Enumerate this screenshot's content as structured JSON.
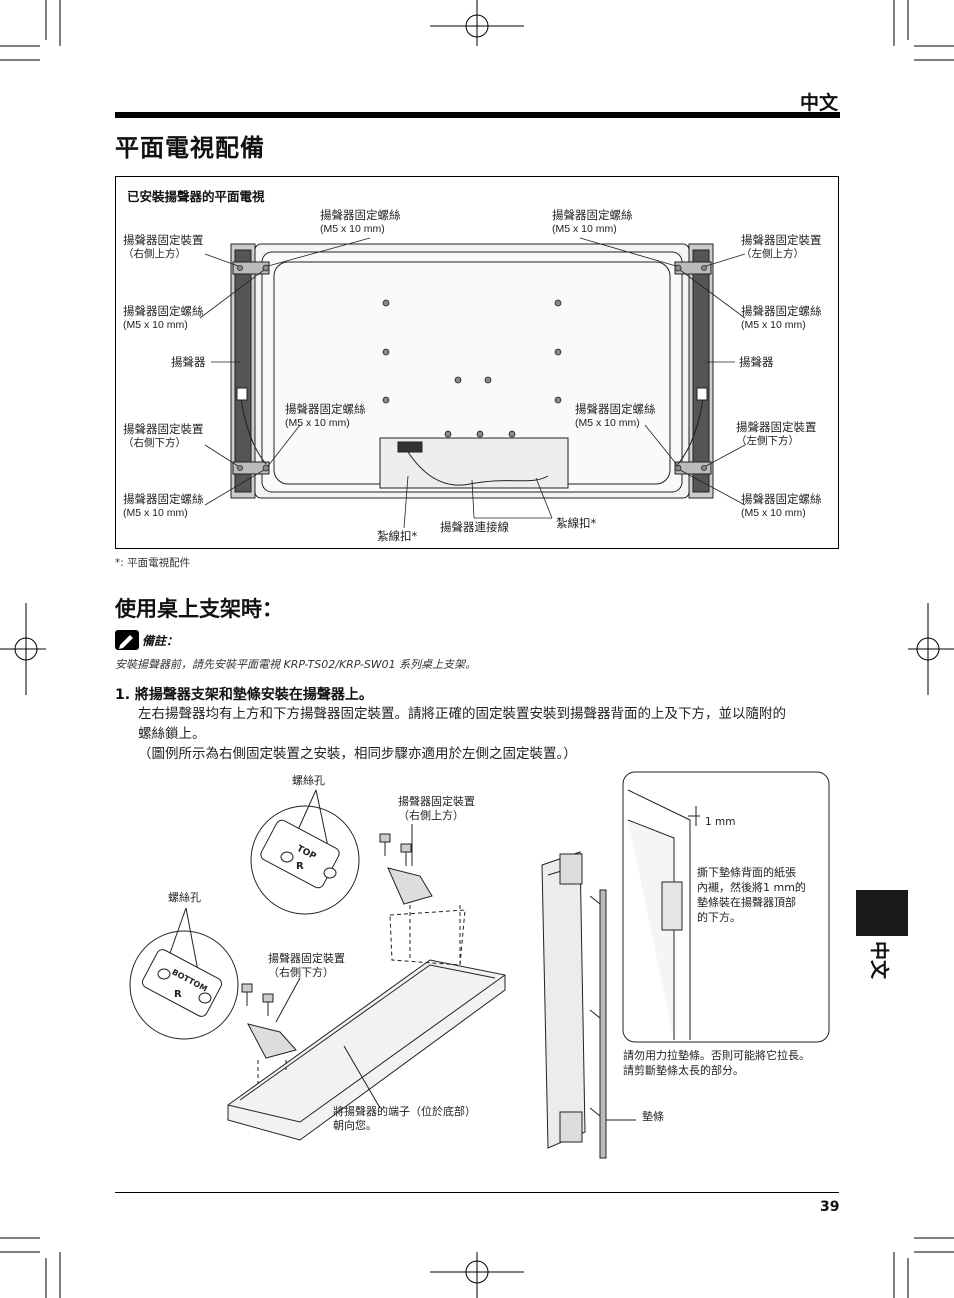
{
  "header": {
    "lang_label": "中文"
  },
  "section1": {
    "title": "平面電視配備",
    "figure_title": "已安裝揚聲器的平面電視",
    "labels": {
      "screw_top_left": "揚聲器固定螺絲",
      "screw_top_left_size": "(M5 x 10 mm)",
      "screw_top_right": "揚聲器固定螺絲",
      "screw_top_right_size": "(M5 x 10 mm)",
      "bracket_right_top": "揚聲器固定裝置",
      "bracket_right_top_sub": "（右側上方）",
      "bracket_left_top": "揚聲器固定裝置",
      "bracket_left_top_sub": "（左側上方）",
      "screw_l1": "揚聲器固定螺絲",
      "screw_l1_size": "(M5 x 10 mm)",
      "screw_r1": "揚聲器固定螺絲",
      "screw_r1_size": "(M5 x 10 mm)",
      "speaker_left": "揚聲器",
      "speaker_right": "揚聲器",
      "screw_mid_left": "揚聲器固定螺絲",
      "screw_mid_left_size": "(M5 x 10 mm)",
      "screw_mid_right": "揚聲器固定螺絲",
      "screw_mid_right_size": "(M5 x 10 mm)",
      "bracket_right_bottom": "揚聲器固定裝置",
      "bracket_right_bottom_sub": "（右側下方）",
      "bracket_left_bottom": "揚聲器固定裝置",
      "bracket_left_bottom_sub": "（左側下方）",
      "screw_bl": "揚聲器固定螺絲",
      "screw_bl_size": "(M5 x 10 mm)",
      "screw_br": "揚聲器固定螺絲",
      "screw_br_size": "(M5 x 10 mm)",
      "tie_left": "紮線扣*",
      "tie_right": "紮線扣*",
      "cable": "揚聲器連接線"
    },
    "footnote": "*: 平面電視配件"
  },
  "section2": {
    "title": "使用桌上支架時：",
    "note_heading": "備註：",
    "note_text": "安裝揚聲器前，請先安裝平面電視 KRP-TS02/KRP-SW01 系列桌上支架。",
    "step_heading": "1.  將揚聲器支架和墊條安裝在揚聲器上。",
    "step_line1": "左右揚聲器均有上方和下方揚聲器固定裝置。請將正確的固定裝置安裝到揚聲器背面的上及下方，並以隨附的",
    "step_line2": "螺絲鎖上。",
    "step_line3": "（圖例所示為右側固定裝置之安裝，相同步驟亦適用於左側之固定裝置。）",
    "fig_labels": {
      "screw_hole_top": "螺絲孔",
      "screw_hole_left": "螺絲孔",
      "bracket_top": "揚聲器固定裝置",
      "bracket_top_sub": "（右側上方）",
      "bracket_bottom": "揚聲器固定裝置",
      "bracket_bottom_sub": "（右側下方）",
      "terminal": "將揚聲器的端子（位於底部）",
      "terminal_sub": "朝向您。",
      "top_mark": "TOP",
      "top_r": "R",
      "bottom_mark": "BOTTOM",
      "bottom_r": "R",
      "gap": "1 mm",
      "pad_instr_1": "撕下墊條背面的紙張",
      "pad_instr_2": "內襯，然後將1 mm的",
      "pad_instr_3": "墊條裝在揚聲器頂部",
      "pad_instr_4": "的下方。",
      "warn_1": "請勿用力拉墊條。否則可能將它拉長。",
      "warn_2": "請剪斷墊條太長的部分。",
      "pad": "墊條"
    }
  },
  "side_tab": {
    "label": "中文"
  },
  "footer": {
    "page_number": "39"
  }
}
